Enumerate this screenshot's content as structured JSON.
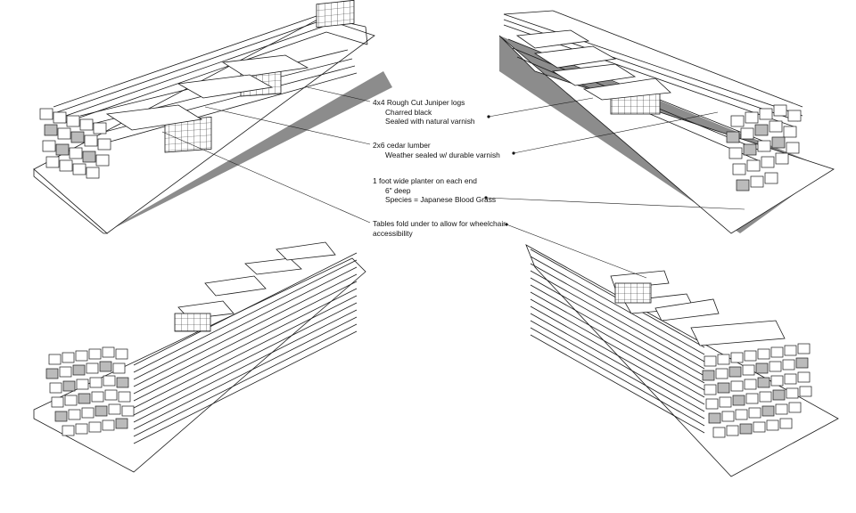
{
  "diagram": {
    "views": [
      {
        "name": "view-top-left"
      },
      {
        "name": "view-top-right"
      },
      {
        "name": "view-bottom-left"
      },
      {
        "name": "view-bottom-right"
      }
    ],
    "annotations": [
      {
        "id": "juniper-logs",
        "lines": [
          "4x4 Rough Cut Juniper logs",
          "Charred black",
          "Sealed with natural varnish"
        ]
      },
      {
        "id": "cedar-lumber",
        "lines": [
          "2x6 cedar lumber",
          "Weather sealed w/ durable varnish"
        ]
      },
      {
        "id": "planter",
        "lines": [
          "1 foot wide planter on each end",
          "6\" deep",
          "Species = Japanese Blood Grass"
        ]
      },
      {
        "id": "tables",
        "lines": [
          "Tables fold under to allow for wheelchair",
          "accessibility"
        ]
      }
    ],
    "colors": {
      "line": "#1a1a1a",
      "shadow": "#8c8c8c",
      "surface": "#ffffff"
    }
  }
}
